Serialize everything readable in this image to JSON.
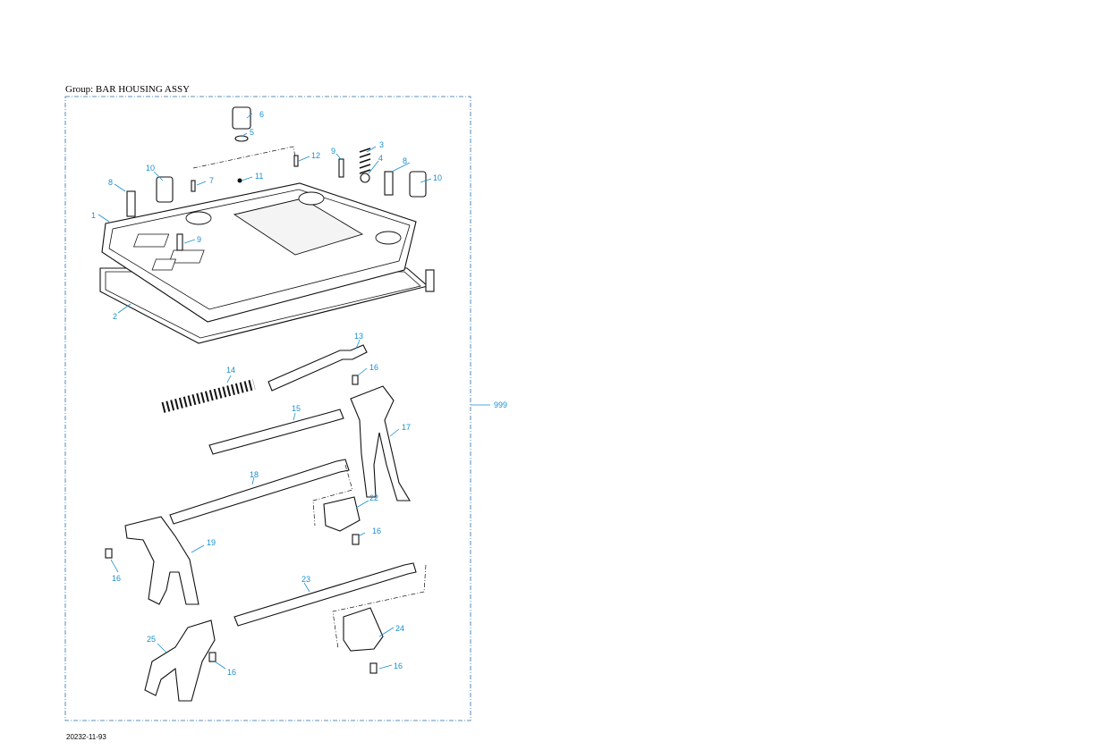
{
  "group_title": "Group: BAR HOUSING ASSY",
  "doc_code": "20232-11-93",
  "assembly_callout": "999",
  "callouts": [
    "1",
    "2",
    "3",
    "4",
    "5",
    "6",
    "7",
    "8",
    "8",
    "9",
    "9",
    "10",
    "10",
    "11",
    "12",
    "13",
    "14",
    "15",
    "16",
    "16",
    "16",
    "16",
    "16",
    "17",
    "18",
    "19",
    "22",
    "23",
    "24",
    "25"
  ],
  "colors": {
    "callout": "#1a8fd0",
    "line": "#111111",
    "boundary": "#2a6fa8"
  }
}
